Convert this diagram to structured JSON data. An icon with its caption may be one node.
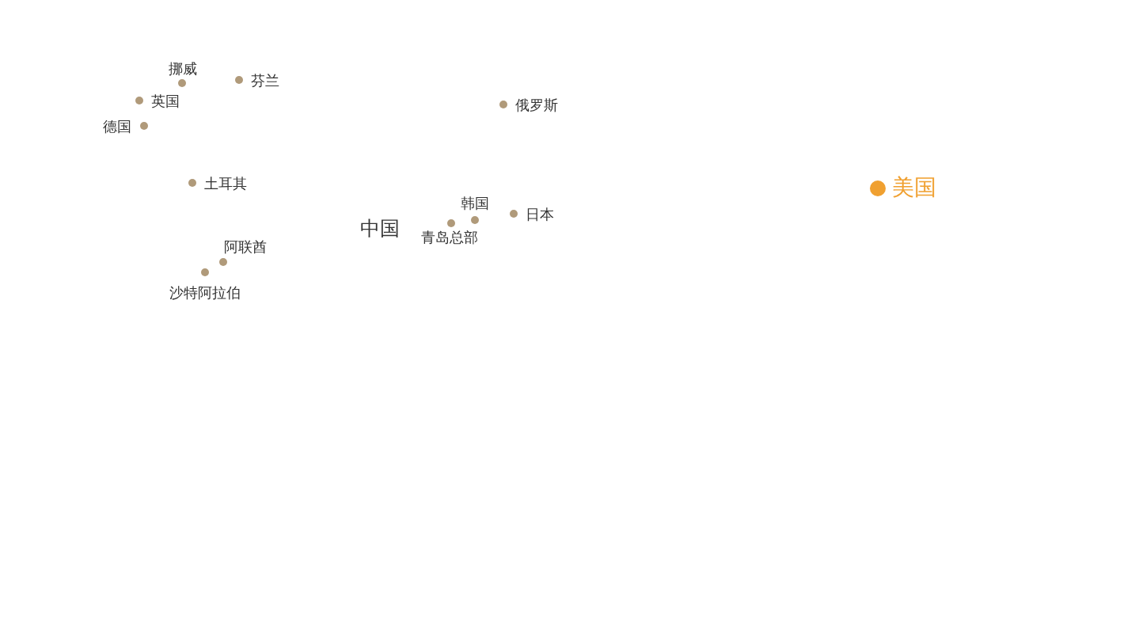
{
  "diagram": {
    "labels": [
      "挪威",
      "芬兰",
      "英国",
      "俄罗斯",
      "德国",
      "土耳其",
      "美国",
      "韩国",
      "日本",
      "中国",
      "青岛总部",
      "阿联酋",
      "沙特阿拉伯"
    ]
  }
}
